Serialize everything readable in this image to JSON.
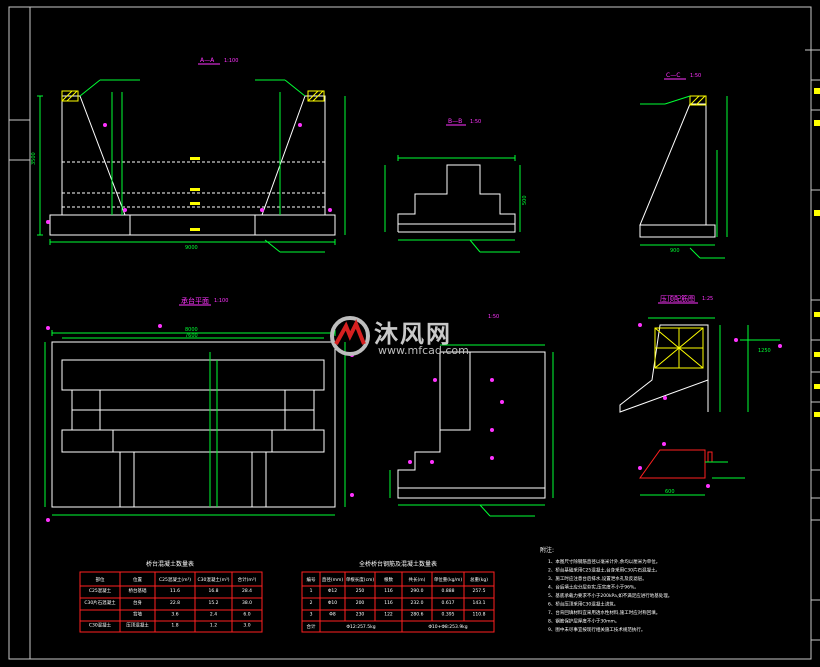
{
  "sheet": {
    "views": {
      "section_aa": {
        "title": "A—A",
        "scale": "1:100"
      },
      "section_bb": {
        "title": "B—B",
        "scale": "1:50"
      },
      "section_cc": {
        "title": "C—C",
        "scale": "1:50"
      },
      "plan": {
        "title": "承台平面",
        "scale": "1:100"
      },
      "side": {
        "title": "",
        "scale": "1:50"
      },
      "detail": {
        "title": "压顶配筋图",
        "scale": "1:25"
      }
    },
    "dims": {
      "aa_bottom": "9000",
      "aa_height": "3500",
      "plan_top1": "8000",
      "plan_top2": "7600",
      "bb_h": "500",
      "cc_w": "900",
      "detail_a": "1250",
      "detail_b": "600"
    },
    "tables": {
      "t1": {
        "title": "桥台混凝土数量表",
        "headers": [
          "部位",
          "位置",
          "C25混凝土(m³)",
          "C30混凝土(m³)",
          "合计(m³)"
        ],
        "rows": [
          [
            "C25混凝土",
            "桥台基础",
            "11.6",
            "16.8",
            "28.4"
          ],
          [
            "C30片石混凝土",
            "台身",
            "22.8",
            "15.2",
            "38.0"
          ],
          [
            "",
            "背墙",
            "3.6",
            "2.4",
            "6.0"
          ],
          [
            "C30混凝土",
            "压顶混凝土",
            "1.8",
            "1.2",
            "3.0"
          ]
        ]
      },
      "t2": {
        "title": "全桥桥台钢筋及混凝土数量表",
        "headers": [
          "编号",
          "直径(mm)",
          "单根长度(cm)",
          "根数",
          "共长(m)",
          "单位重(kg/m)",
          "总重(kg)"
        ],
        "rows": [
          [
            "1",
            "Φ12",
            "250",
            "116",
            "290.0",
            "0.888",
            "257.5"
          ],
          [
            "2",
            "Φ10",
            "200",
            "116",
            "232.0",
            "0.617",
            "143.1"
          ],
          [
            "3",
            "Φ8",
            "230",
            "122",
            "280.6",
            "0.395",
            "110.8"
          ]
        ],
        "total": [
          "合计",
          "Φ12:257.5kg",
          "Φ10+Φ8:253.9kg"
        ]
      }
    },
    "notes": {
      "title": "附注:",
      "lines": [
        "1、本图尺寸除钢筋直径以毫米计外,余均以厘米为单位。",
        "2、桥台基础采用C25混凝土,台身采用C30片石混凝土。",
        "3、施工时应注意台后排水,设置泄水孔及反滤层。",
        "4、台后填土应分层夯实,压实度不小于96%。",
        "5、基底承载力要求不小于200kPa,如不满足应进行地基处理。",
        "6、桥台压顶采用C30混凝土浇筑。",
        "7、台背回填材料宜采用透水性材料,施工时应对称回填。",
        "8、钢筋保护层厚度不小于30mm。",
        "9、图中未尽事宜按现行相关施工技术规范执行。"
      ]
    },
    "watermark": {
      "text": "沐风网",
      "url": "www.mfcad.com"
    },
    "colors": {
      "line": "#ffffff",
      "dim": "#00ff33",
      "frame": "#c8c8c8",
      "table_border": "#ff2020",
      "accent": "#ffff00",
      "magenta": "#ff33ff",
      "red": "#ff2020"
    }
  }
}
